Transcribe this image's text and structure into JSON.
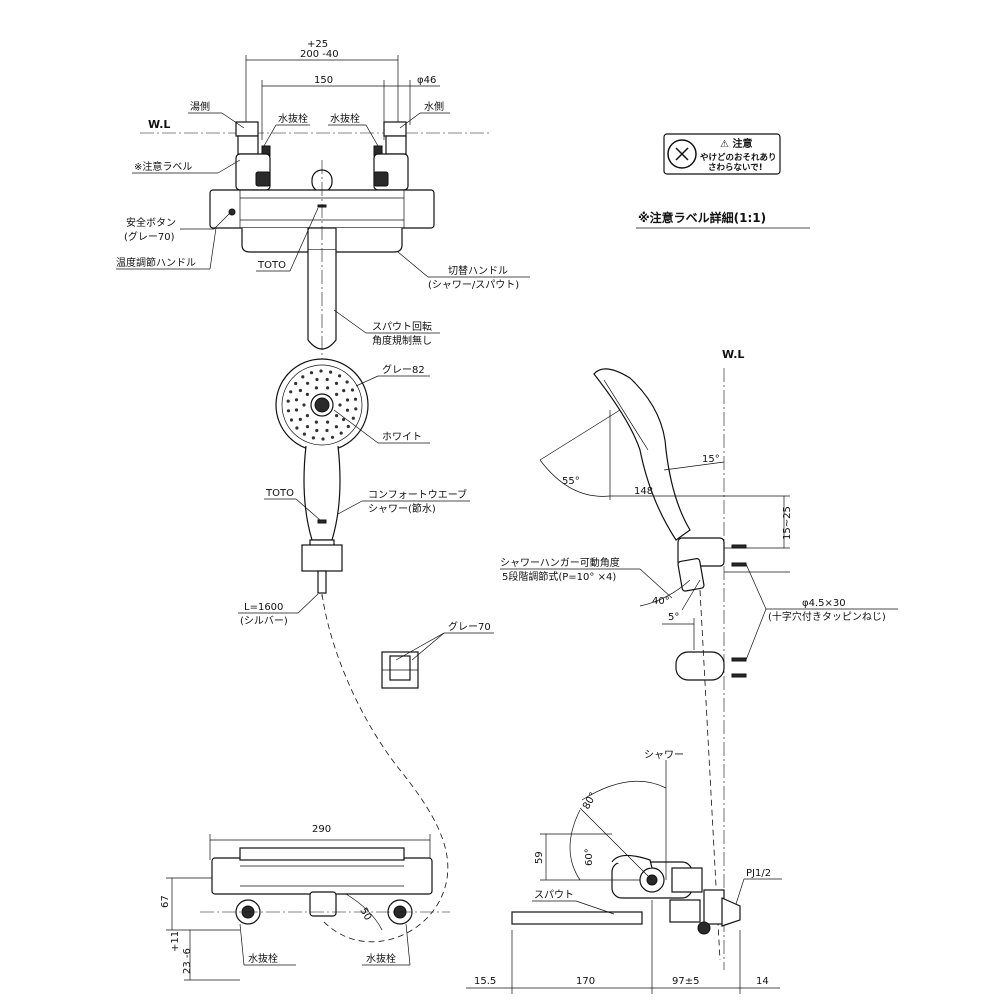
{
  "dims": {
    "tol_plus": "+25",
    "width_200": "200 -40",
    "width_150": "150",
    "dia_46": "φ46",
    "width_290": "290",
    "h_67": "67",
    "tol_11": "+11",
    "h_23": "23 -6",
    "angle_50": "50",
    "spout_proj": "15.5",
    "spout_170": "170",
    "center_97": "97±5",
    "wall_14": "14",
    "h_59": "59",
    "angle_80": "80°",
    "angle_60": "60°",
    "angle_15": "15°",
    "angle_55": "55°",
    "len_148": "148",
    "h_15_25": "15~25",
    "angle_40": "40°",
    "angle_5": "5°"
  },
  "labels": {
    "wl_left": "W.L",
    "wl_right": "W.L",
    "hot_side": "湯側",
    "drain_plug_a": "水抜栓",
    "drain_plug_b": "水抜栓",
    "cold_side": "水側",
    "caution_label": "※注意ラベル",
    "safety_button": "安全ボタン",
    "safety_button_color": "(グレー70)",
    "temp_handle": "温度調節ハンドル",
    "toto_top": "TOTO",
    "switch_handle": "切替ハンドル",
    "switch_handle_sub": "(シャワー/スパウト)",
    "spout_rotation": "スパウト回転",
    "spout_rotation_sub": "角度規制無し",
    "gray82": "グレー82",
    "white": "ホワイト",
    "toto_head": "TOTO",
    "comfort_wave": "コンフォートウエーブ",
    "shower_save": "シャワー(節水)",
    "hose_len": "L=1600",
    "hose_color": "(シルバー)",
    "gray70": "グレー70",
    "caution_detail": "※注意ラベル詳細(1:1)",
    "hanger_angle": "シャワーハンガー可動角度",
    "hanger_steps": "5段階調節式(P=10° ×4)",
    "screw": "φ4.5×30",
    "screw_sub": "(十字穴付きタッピンねじ)",
    "shower": "シャワー",
    "spout": "スパウト",
    "pj": "PJ1/2",
    "drain_bottom_a": "水抜栓",
    "drain_bottom_b": "水抜栓"
  },
  "caution_box": {
    "title": "⚠ 注意",
    "line1": "やけどのおそれあり",
    "line2": "さわらないで!"
  }
}
